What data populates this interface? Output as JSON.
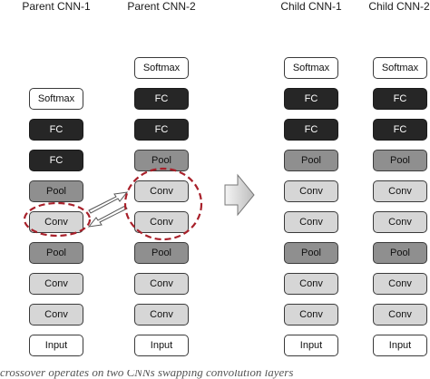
{
  "columns": [
    {
      "title": "Parent CNN-1",
      "layers": [
        {
          "label": "Softmax",
          "type": "softmax"
        },
        {
          "label": "FC",
          "type": "fc"
        },
        {
          "label": "FC",
          "type": "fc"
        },
        {
          "label": "Pool",
          "type": "pool"
        },
        {
          "label": "Conv",
          "type": "conv"
        },
        {
          "label": "Pool",
          "type": "pool"
        },
        {
          "label": "Conv",
          "type": "conv"
        },
        {
          "label": "Conv",
          "type": "conv"
        },
        {
          "label": "Input",
          "type": "input"
        }
      ]
    },
    {
      "title": "Parent CNN-2",
      "layers": [
        {
          "label": "Softmax",
          "type": "softmax"
        },
        {
          "label": "FC",
          "type": "fc"
        },
        {
          "label": "FC",
          "type": "fc"
        },
        {
          "label": "Pool",
          "type": "pool"
        },
        {
          "label": "Conv",
          "type": "conv"
        },
        {
          "label": "Conv",
          "type": "conv"
        },
        {
          "label": "Pool",
          "type": "pool"
        },
        {
          "label": "Conv",
          "type": "conv"
        },
        {
          "label": "Conv",
          "type": "conv"
        },
        {
          "label": "Input",
          "type": "input"
        }
      ]
    },
    {
      "title": "Child CNN-1",
      "layers": [
        {
          "label": "Softmax",
          "type": "softmax"
        },
        {
          "label": "FC",
          "type": "fc"
        },
        {
          "label": "FC",
          "type": "fc"
        },
        {
          "label": "Pool",
          "type": "pool"
        },
        {
          "label": "Conv",
          "type": "conv"
        },
        {
          "label": "Conv",
          "type": "conv"
        },
        {
          "label": "Pool",
          "type": "pool"
        },
        {
          "label": "Conv",
          "type": "conv"
        },
        {
          "label": "Conv",
          "type": "conv"
        },
        {
          "label": "Input",
          "type": "input"
        }
      ]
    },
    {
      "title": "Child CNN-2",
      "layers": [
        {
          "label": "Softmax",
          "type": "softmax"
        },
        {
          "label": "FC",
          "type": "fc"
        },
        {
          "label": "FC",
          "type": "fc"
        },
        {
          "label": "Pool",
          "type": "pool"
        },
        {
          "label": "Conv",
          "type": "conv"
        },
        {
          "label": "Conv",
          "type": "conv"
        },
        {
          "label": "Pool",
          "type": "pool"
        },
        {
          "label": "Conv",
          "type": "conv"
        },
        {
          "label": "Conv",
          "type": "conv"
        },
        {
          "label": "Input",
          "type": "input"
        }
      ]
    }
  ],
  "caption": "crossover operates on two CNNs swapping convolution layers",
  "colors": {
    "highlight_ring": "#a8202a",
    "fc_fill": "#262626",
    "pool_fill": "#8f8f8f",
    "conv_fill": "#d6d6d6"
  }
}
